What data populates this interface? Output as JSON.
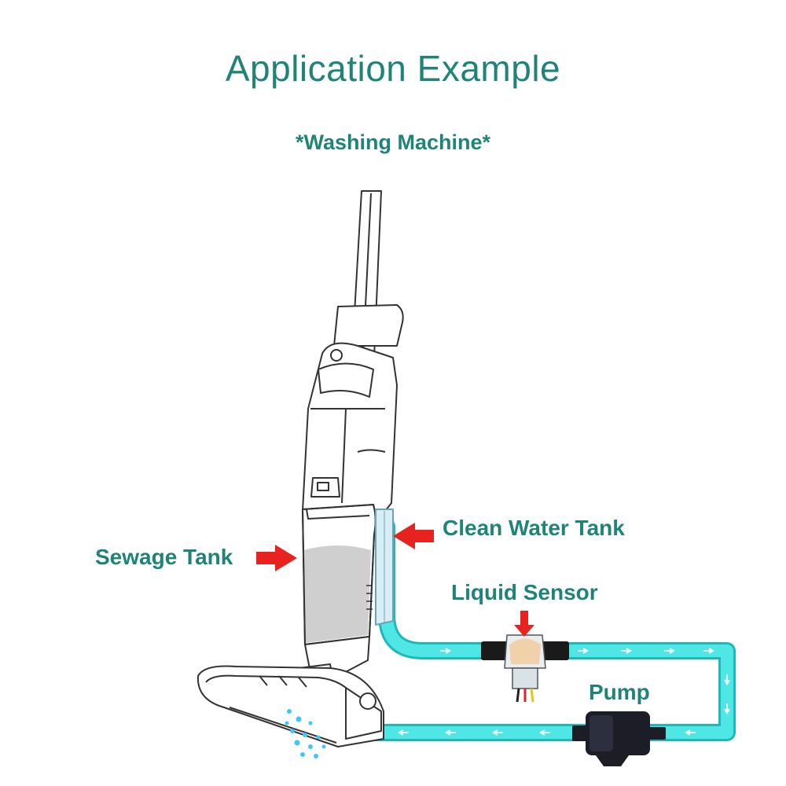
{
  "title": "Application Example",
  "subtitle": "*Washing Machine*",
  "labels": {
    "sewage_tank": "Sewage Tank",
    "clean_water_tank": "Clean Water Tank",
    "liquid_sensor": "Liquid Sensor",
    "pump": "Pump"
  },
  "colors": {
    "heading": "#1f8478",
    "arrow": "#e8231f",
    "water_pipe": "#37e0e0",
    "outline": "#333333"
  }
}
